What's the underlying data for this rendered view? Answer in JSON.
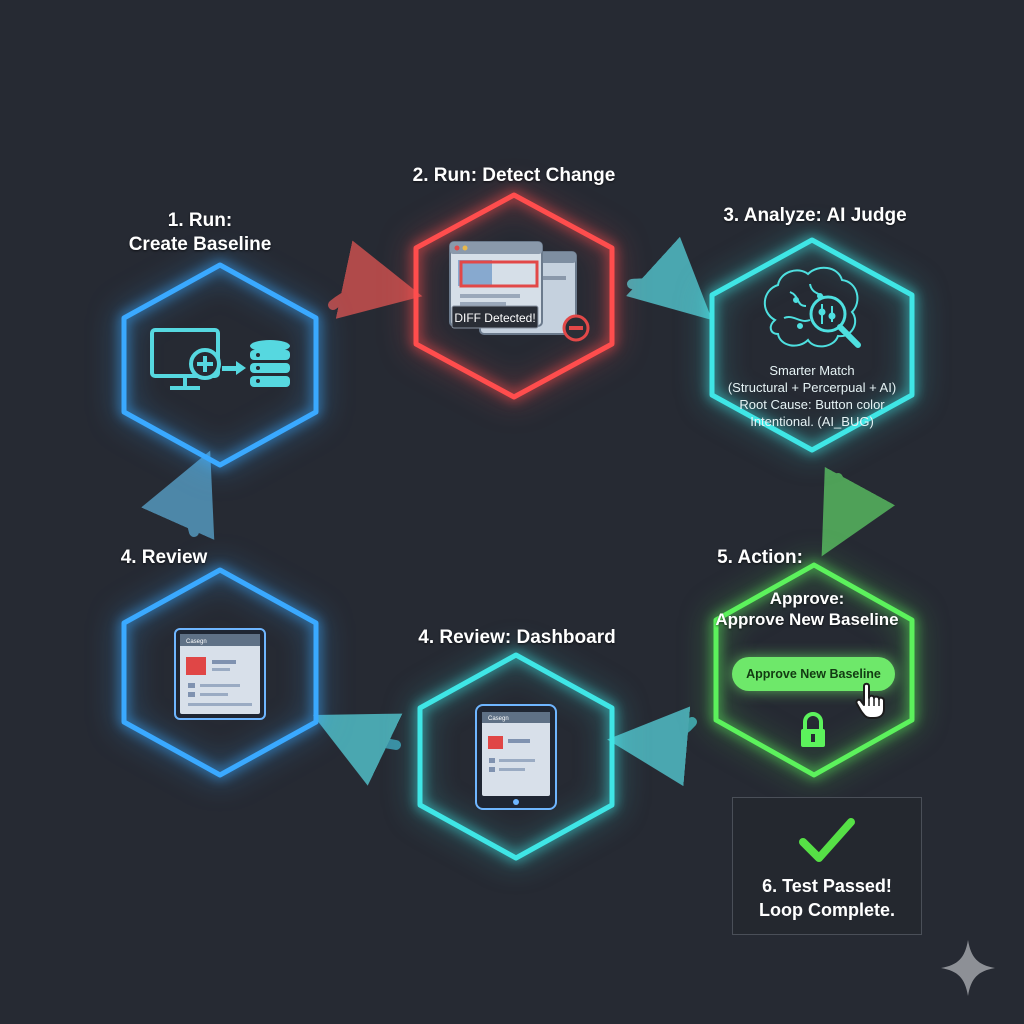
{
  "colors": {
    "background": "#262a33",
    "blue": "#3aa9ff",
    "red": "#ff4d4d",
    "cyan": "#3fe6e6",
    "green": "#5cf25c",
    "check_green": "#56e046"
  },
  "steps": {
    "create_baseline": {
      "title_line1": "1. Run:",
      "title_line2": "Create Baseline"
    },
    "detect_change": {
      "title": "2. Run: Detect Change",
      "badge": "DIFF Detected!"
    },
    "ai_judge": {
      "title": "3. Analyze: AI Judge",
      "lines": [
        "Smarter Match",
        "(Structural + Percerpual + AI)",
        "Root Cause: Button color",
        "Intentional. (AI_BUG)"
      ]
    },
    "review": {
      "title": "4. Review",
      "screen_header": "Casegn"
    },
    "review_dashboard": {
      "title": "4. Review: Dashboard",
      "screen_header": "Casegn"
    },
    "action": {
      "title": "5. Action:",
      "subtitle_line1": "Approve:",
      "subtitle_line2": "Approve New Baseline",
      "button_label": "Approve New Baseline"
    },
    "test_passed": {
      "line1": "6. Test Passed!",
      "line2": "Loop Complete."
    }
  },
  "icons": [
    "monitor-plus-icon",
    "arrow-right-icon",
    "database-icon",
    "browser-window-icon",
    "minus-circle-icon",
    "brain-icon",
    "magnifier-icon",
    "tablet-icon",
    "pointer-hand-icon",
    "lock-icon",
    "checkmark-icon",
    "sparkle-icon"
  ]
}
